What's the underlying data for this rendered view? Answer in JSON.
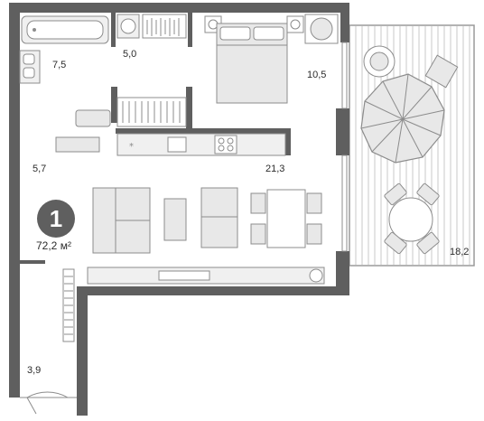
{
  "colors": {
    "wall": "#5f5f5f",
    "badge": "#5f5f5f",
    "furniture_fill": "#e8e8e8",
    "furniture_stroke": "#8c8c8c",
    "deck_line": "#c8c8c8"
  },
  "apartment": {
    "number": "1",
    "total_area": "72,2",
    "unit": "м²"
  },
  "rooms": [
    {
      "id": "bathroom",
      "area": "7,5"
    },
    {
      "id": "wc",
      "area": "5,0"
    },
    {
      "id": "bedroom",
      "area": "10,5"
    },
    {
      "id": "hall",
      "area": "5,7"
    },
    {
      "id": "living",
      "area": "21,3"
    },
    {
      "id": "terrace",
      "area": "18,2"
    },
    {
      "id": "storage",
      "area": "3,9"
    }
  ],
  "icons": [
    "bathtub-icon",
    "washbasin-icon",
    "toilet-icon",
    "washing-machine-icon",
    "bed-icon",
    "armchair-icon",
    "umbrella-icon",
    "round-table-icon",
    "sofa-icon",
    "dining-table-icon",
    "kitchen-counter-icon",
    "door-swing-icon"
  ]
}
